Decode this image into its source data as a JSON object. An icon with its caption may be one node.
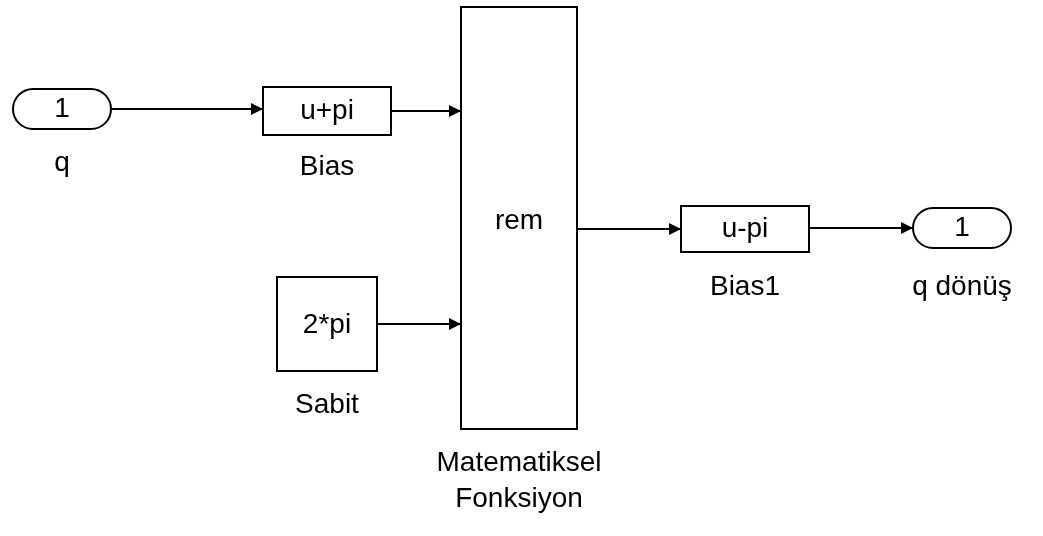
{
  "diagram": {
    "nodes": [
      {
        "text": [
          "1"
        ],
        "beside": [
          "q"
        ]
      },
      {
        "text": [
          "u+pi"
        ],
        "beside": [
          "Bias"
        ]
      },
      {
        "text": [
          "rem"
        ],
        "beside": [
          "Matematiksel Fonksiyon"
        ]
      },
      {
        "text": [
          "2*pi"
        ],
        "beside": [
          "Sabit"
        ]
      },
      {
        "text": [
          "u-pi"
        ],
        "beside": [
          "Bias1"
        ]
      },
      {
        "text": [
          "1"
        ],
        "beside": [
          "q dönüş"
        ]
      }
    ],
    "edges": [
      {
        "from": 0,
        "to": 1,
        "arrow": "to"
      },
      {
        "from": 1,
        "to": 2,
        "arrow": "to"
      },
      {
        "from": 3,
        "to": 2,
        "arrow": "to"
      },
      {
        "from": 2,
        "to": 4,
        "arrow": "to"
      },
      {
        "from": 4,
        "to": 5,
        "arrow": "to"
      }
    ]
  }
}
